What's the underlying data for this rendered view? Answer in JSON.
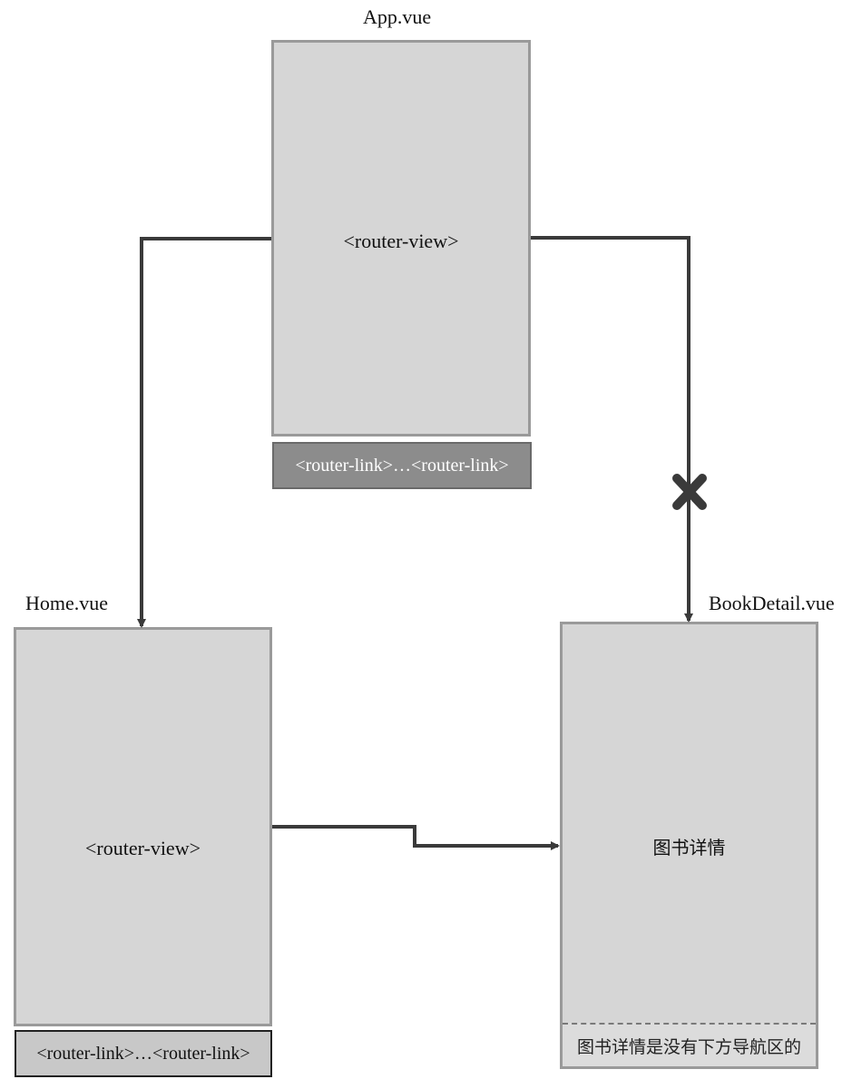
{
  "app": {
    "title": "App.vue",
    "view_label": "<router-view>",
    "links_label": "<router-link>…<router-link>"
  },
  "home": {
    "title": "Home.vue",
    "view_label": "<router-view>",
    "links_label": "<router-link>…<router-link>"
  },
  "book_detail": {
    "title": "BookDetail.vue",
    "content_label": "图书详情",
    "note_label": "图书详情是没有下方导航区的"
  },
  "colors": {
    "box_fill": "#d6d6d6",
    "box_border": "#9a9a9a",
    "connector": "#3a3a3a",
    "navbar_dark": "#8c8c8c",
    "navbar_light": "#c8c8c8"
  },
  "icons": {
    "blocked_marker": "cross-icon"
  }
}
